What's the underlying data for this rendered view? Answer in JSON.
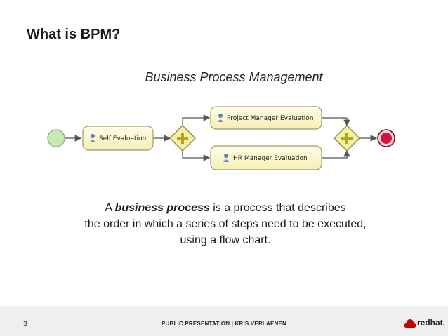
{
  "slide": {
    "title": "What is BPM?",
    "subtitle": "Business Process Management"
  },
  "diagram": {
    "tasks": {
      "self_evaluation": "Self Evaluation",
      "project_manager_evaluation": "Project Manager Evaluation",
      "hr_manager_evaluation": "HR Manager Evaluation"
    },
    "colors": {
      "task_fill": "#fffbd6",
      "task_stroke": "#9a9a72",
      "gateway_fill": "#f4f0a3",
      "gateway_stroke": "#8f8c4a",
      "gateway_plus": "#b0a527",
      "start_fill": "#c8e8b4",
      "start_stroke": "#8fb87a",
      "end_fill": "#d3153b",
      "end_stroke": "#7a0b1f",
      "arrow": "#555555"
    }
  },
  "description": {
    "line1_prefix": "A ",
    "line1_emph": "business process",
    "line1_suffix": " is a process that describes",
    "line2": "the order in which a series of steps need to be executed,",
    "line3": "using a flow chart."
  },
  "footer": {
    "page_number": "3",
    "text": "PUBLIC PRESENTATION | KRIS VERLAENEN",
    "logo_text": "redhat."
  }
}
